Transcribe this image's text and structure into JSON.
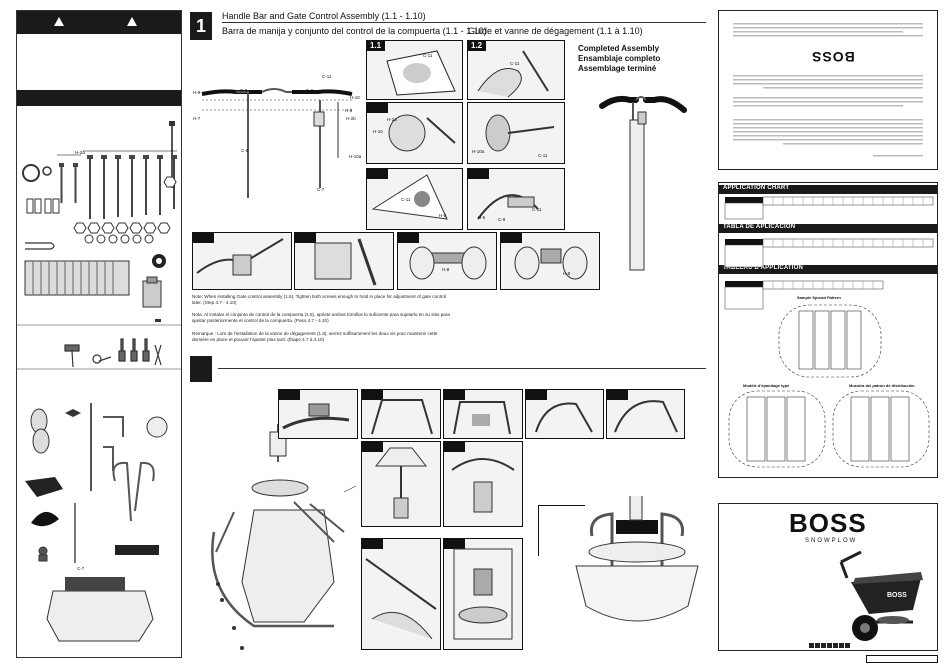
{
  "step1": {
    "number": "1",
    "title_en": "Handle Bar and Gate Control Assembly (1.1 - 1.10)",
    "title_es": "Barra de manija y conjunto del control de la compuerta (1.1 - 1.10)",
    "title_fr": "Guide et vanne de dégagement (1.1 à 1.10)",
    "completed_en": "Completed Assembly",
    "completed_es": "Ensamblaje completo",
    "completed_fr": "Assemblage terminé",
    "substeps": [
      "1.1",
      "1.2"
    ],
    "parts": [
      "H-9",
      "C-8",
      "C-11",
      "C-6",
      "H-10",
      "H-5",
      "H-2b",
      "H-7",
      "C-6",
      "C-7",
      "H-10a",
      "H-2a",
      "H-8",
      "C-9",
      "C-9",
      "H-5"
    ],
    "note_en": "Note: When installing Gate control assembly (1.8), Tighten both screws enough to hold in place for adjustment of gate control later. (Step 4.7 - 4.10)",
    "note_es": "Nota: Al instalar el conjunto de control de la compuerta (1.8), apriete ambos tornillos lo suficiente para sujetarlo en su sitio para ajustar posteriormente el control de la compuerta. (Paso 4.7 - 4.10)",
    "note_fr": "Remarque : Lors de l'installation de la vanne de dégagement (1.8), serrez suffisamment les deux vis pour maintenir cette dernière en place et pouvoir l'ajuster plus tard. (Étape 4.7 à 4.10)"
  },
  "left_panel": {
    "parts_labels": [
      "H-2a",
      "C-7"
    ]
  },
  "application_chart": {
    "title_en": "APPLICATION CHART",
    "title_es": "TABLA DE APLICACIÓN",
    "title_fr": "TABLEAU D'APPLICATION",
    "pattern_en": "Sample Spread Pattern",
    "pattern_es": "Modèle d'épandage type",
    "pattern_fr": "Muestra del patrón de distribución"
  },
  "brand": {
    "logo": "BOSS",
    "tagline": "SNOWPLOW",
    "hopper_logo": "BOSS"
  }
}
